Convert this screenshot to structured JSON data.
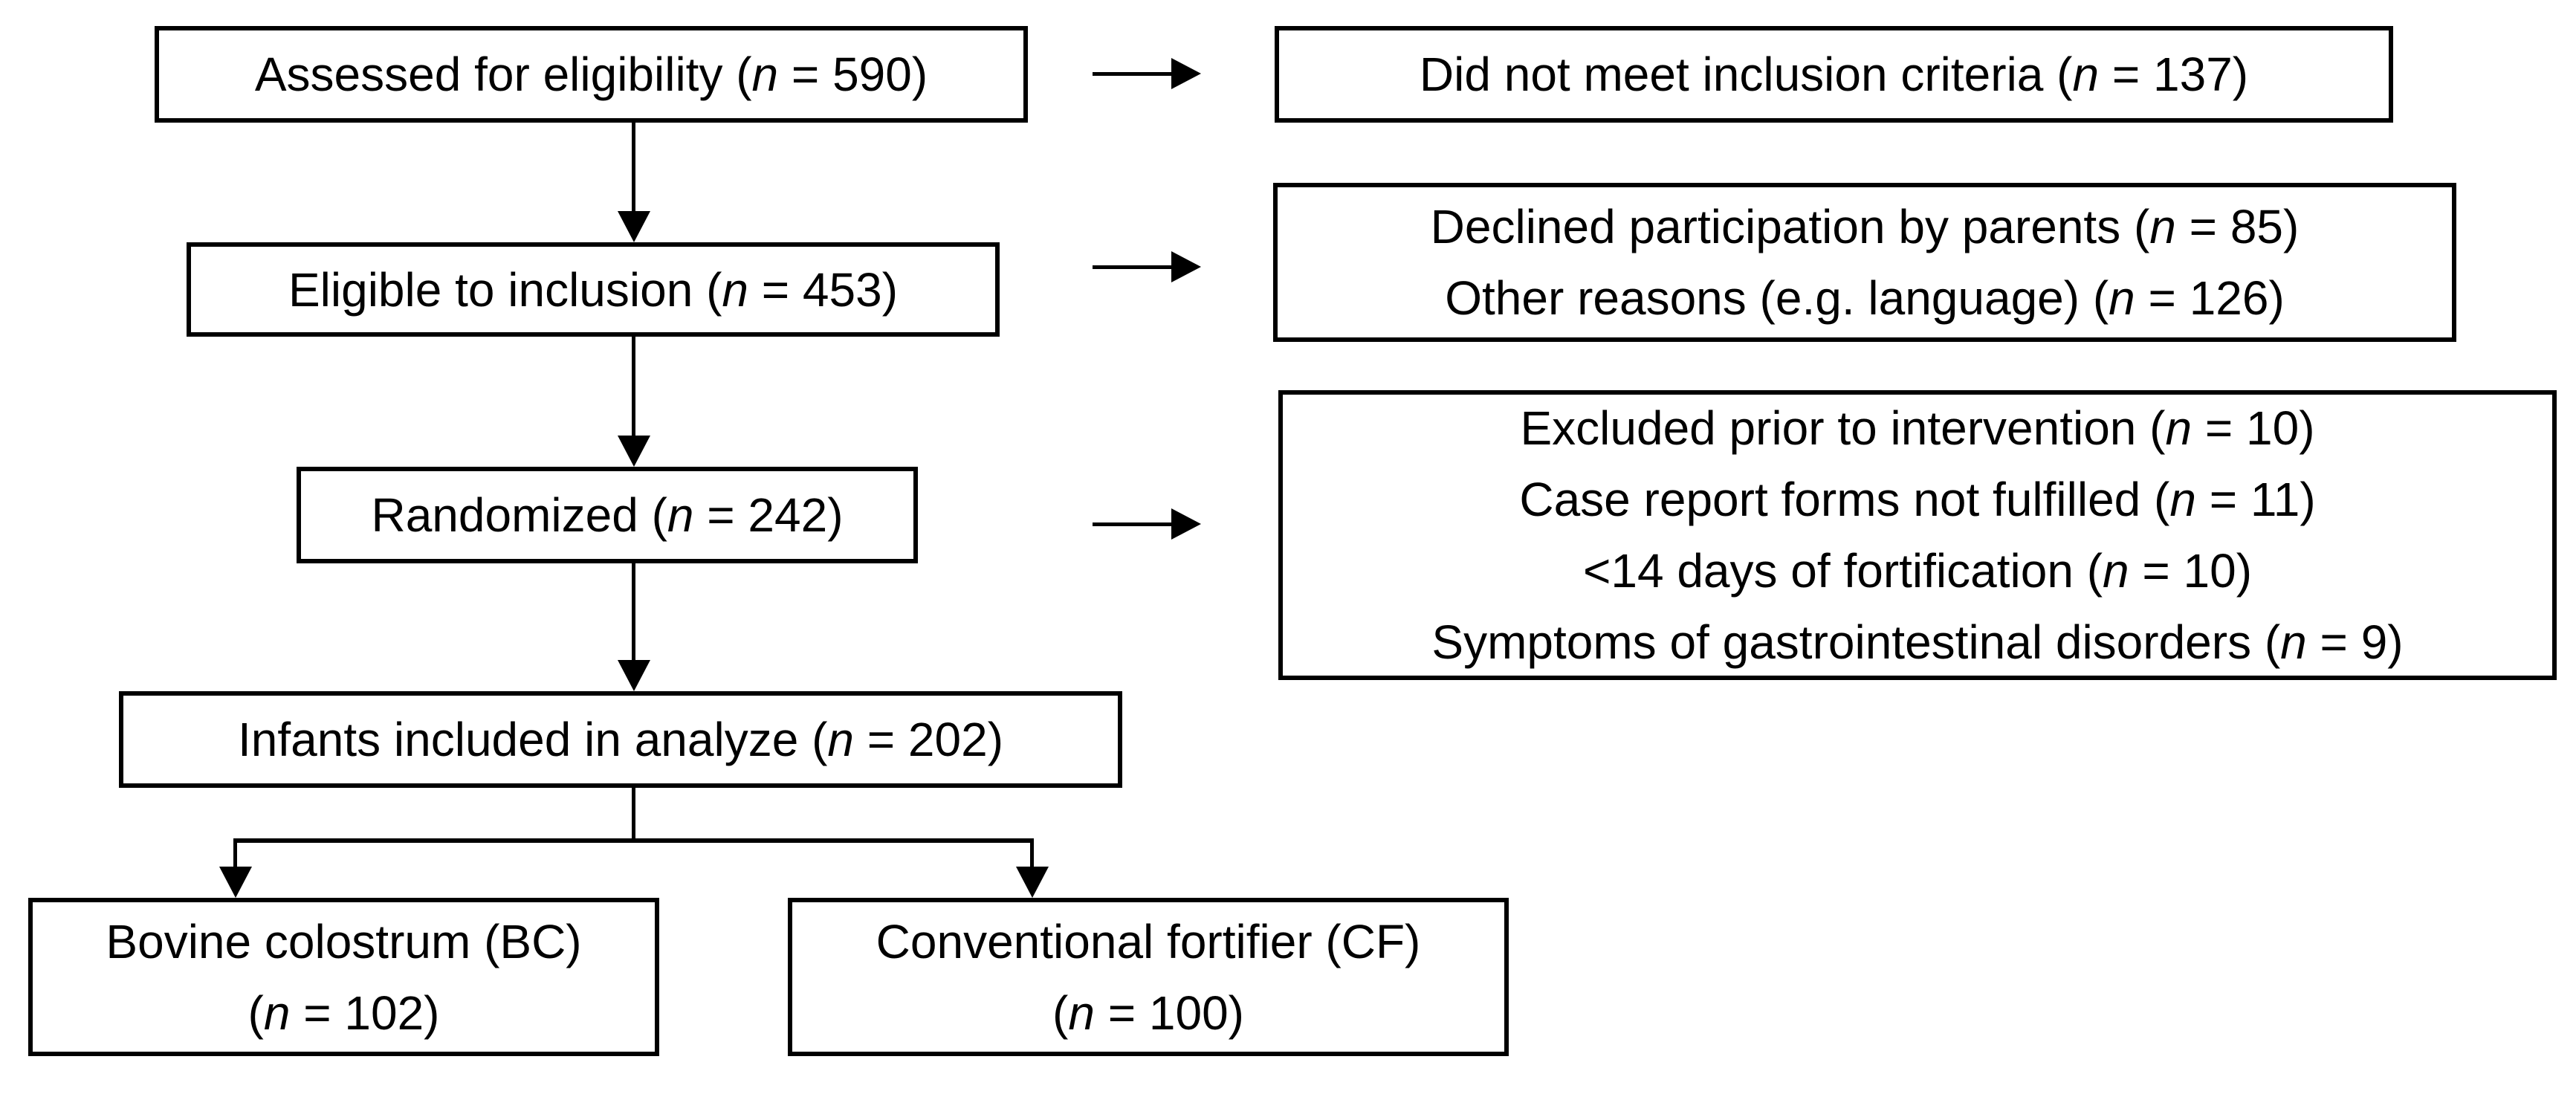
{
  "figure": {
    "type": "consort-flow-diagram",
    "background_color": "#ffffff",
    "line_color": "#000000",
    "text_color": "#000000"
  },
  "boxes": {
    "assessed": {
      "lines": [
        {
          "pre": "Assessed for eligibility (",
          "var": "n",
          "post": " = 590)"
        }
      ]
    },
    "not_meet": {
      "lines": [
        {
          "pre": "Did not meet inclusion criteria (",
          "var": "n",
          "post": " = 137)"
        }
      ]
    },
    "eligible": {
      "lines": [
        {
          "pre": "Eligible to inclusion (",
          "var": "n",
          "post": " = 453)"
        }
      ]
    },
    "declined": {
      "lines": [
        {
          "pre": "Declined participation by parents (",
          "var": "n",
          "post": " = 85)"
        },
        {
          "pre": "Other reasons (e.g. language) (",
          "var": "n",
          "post": " = 126)"
        }
      ]
    },
    "randomized": {
      "lines": [
        {
          "pre": "Randomized (",
          "var": "n",
          "post": " = 242)"
        }
      ]
    },
    "excluded": {
      "lines": [
        {
          "pre": "Excluded prior to intervention (",
          "var": "n",
          "post": " = 10)"
        },
        {
          "pre": "Case report forms not fulfilled (",
          "var": "n",
          "post": " = 11)"
        },
        {
          "pre": "<14 days of fortification (",
          "var": "n",
          "post": " = 10)"
        },
        {
          "pre": "Symptoms of gastrointestinal disorders (",
          "var": "n",
          "post": " = 9)"
        }
      ]
    },
    "analyzed": {
      "lines": [
        {
          "pre": "Infants included in analyze (",
          "var": "n",
          "post": " = 202)"
        }
      ]
    },
    "bovine_colostrum": {
      "lines": [
        {
          "pre": "Bovine colostrum (BC)",
          "var": "",
          "post": ""
        },
        {
          "pre": "(",
          "var": "n",
          "post": " = 102)"
        }
      ]
    },
    "conventional_fortifier": {
      "lines": [
        {
          "pre": "Conventional fortifier (CF)",
          "var": "",
          "post": ""
        },
        {
          "pre": "(",
          "var": "n",
          "post": " = 100)"
        }
      ]
    }
  }
}
